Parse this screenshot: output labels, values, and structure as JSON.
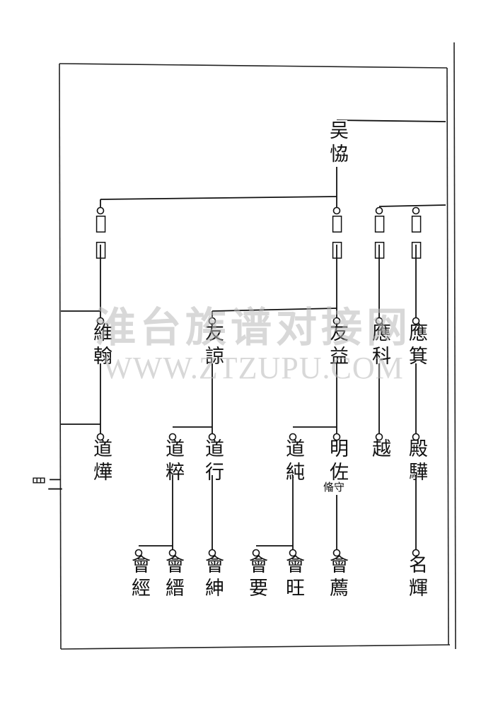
{
  "page": {
    "number": "罒二"
  },
  "persons": [
    {
      "id": "p1",
      "given": "吴恊"
    },
    {
      "id": "p2",
      "given": "𡊮扶"
    },
    {
      "id": "p3",
      "given": "𡊮振"
    },
    {
      "id": "p4",
      "given": "𡊮業"
    },
    {
      "id": "p5",
      "given": "𡊮統"
    },
    {
      "id": "p6",
      "given": "維翰"
    },
    {
      "id": "p7",
      "given": "友諒"
    },
    {
      "id": "p8",
      "given": "友益"
    },
    {
      "id": "p9",
      "given": "應科"
    },
    {
      "id": "p10",
      "given": "應箕"
    },
    {
      "id": "p11",
      "given": "道燁"
    },
    {
      "id": "p12",
      "given": "道粹"
    },
    {
      "id": "p13",
      "given": "道行"
    },
    {
      "id": "p14",
      "given": "道純"
    },
    {
      "id": "p15",
      "given": "明佐",
      "note": "偹守"
    },
    {
      "id": "p16",
      "given": "越"
    },
    {
      "id": "p17",
      "given": "殿驊"
    },
    {
      "id": "p18",
      "given": "會經"
    },
    {
      "id": "p19",
      "given": "會縉"
    },
    {
      "id": "p20",
      "given": "會紳"
    },
    {
      "id": "p21",
      "given": "會要"
    },
    {
      "id": "p22",
      "given": "會旺"
    },
    {
      "id": "p23",
      "given": "會薦"
    },
    {
      "id": "p24",
      "given": "名輝"
    }
  ],
  "watermark": {
    "line1": "淮台族谱对接网",
    "line2": "WWW.ZTZUPU.COM"
  }
}
